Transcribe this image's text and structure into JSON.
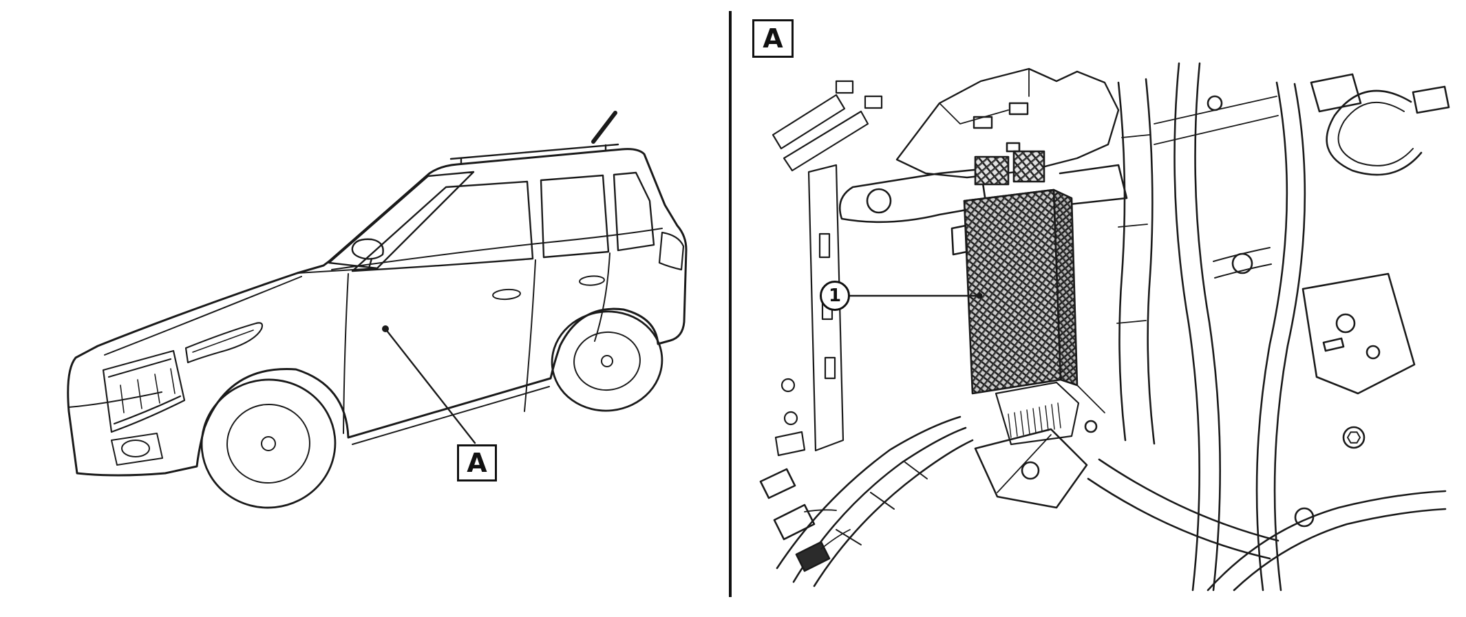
{
  "figure": {
    "background_color": "#ffffff",
    "line_color": "#1a1a1a"
  },
  "left_panel": {
    "callout_label": "A"
  },
  "right_panel": {
    "view_label": "A",
    "part_callout": "1"
  }
}
